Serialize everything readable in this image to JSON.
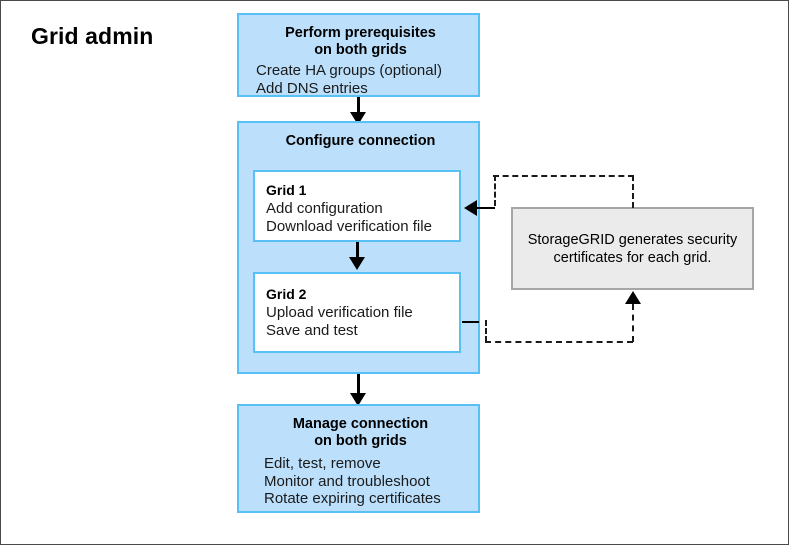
{
  "diagram": {
    "swimlane": {
      "label": "Grid admin"
    },
    "stages": [
      {
        "id": "prerequisites",
        "heading": "Perform prerequisites\non both grids",
        "body": "Create HA groups (optional)\nAdd DNS entries"
      },
      {
        "id": "configure-connection",
        "heading": "Configure connection",
        "substeps": [
          {
            "id": "grid-1",
            "title": "Grid 1",
            "body": "Add configuration\nDownload verification file"
          },
          {
            "id": "grid-2",
            "title": "Grid 2",
            "body": "Upload verification file\nSave and test"
          }
        ]
      },
      {
        "id": "manage-connection",
        "heading": "Manage connection\non both grids",
        "body": "Edit, test, remove\nMonitor and troubleshoot\nRotate expiring certificates"
      }
    ],
    "callout": {
      "id": "storagegrid-note",
      "text": "StorageGRID generates security\ncertificates for each grid."
    },
    "colors": {
      "stage_fill": "#bce0fb",
      "stage_border": "#59c0f5",
      "substep_fill": "#ffffff",
      "callout_fill": "#ebebeb",
      "callout_border": "#a6a6a6",
      "connector": "#000000",
      "canvas_border": "#4a4a4a"
    }
  }
}
